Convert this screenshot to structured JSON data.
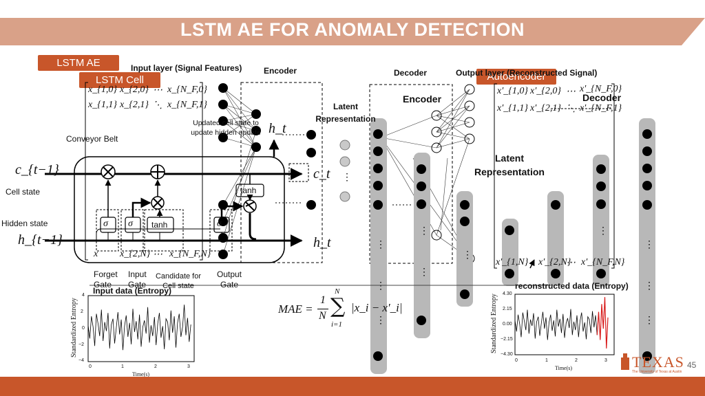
{
  "slide": {
    "title": "LSTM AE FOR ANOMALY DETECTION",
    "page_number": "45",
    "colors": {
      "accent": "#c8562a",
      "banner": "#d9a188",
      "anomaly": "#d81b1b"
    }
  },
  "tags": {
    "lstm_ae": "LSTM AE",
    "lstm_cell": "LSTM Cell",
    "autoencoder": "Autoencoder"
  },
  "lstm_cell": {
    "input_layer": "Input layer (Signal Features)",
    "encoder": "Encoder",
    "conveyor_belt": "Conveyor Belt",
    "cell_state": "Cell state",
    "hidden_state": "Hidden state",
    "updated_cell_state": "Updated cell state to update hidden update",
    "c_prev": "c_{t−1}",
    "c_t": "c_t",
    "h_prev": "h_{t−1}",
    "h_t_top": "h_t",
    "h_t": "h_t",
    "tanh": "tanh",
    "sigma": "σ",
    "gates": {
      "forget": "Forget Gate",
      "input": "Input Gate",
      "candidate": "Candidate for Cell state",
      "output": "Output Gate"
    },
    "input_matrix": {
      "row0": [
        "x_{1,0}",
        "x_{2,0}",
        "⋯",
        "x_{N_F,0}"
      ],
      "row1": [
        "x_{1,1}",
        "x_{2,1}",
        "⋱",
        "x_{N_F,1}"
      ],
      "rowN": [
        "x",
        "x_{2,N}",
        "⋯",
        "x_{N_F,N}"
      ]
    },
    "input_data": "Input data (Entropy)"
  },
  "autoencoder": {
    "decoder_top": "Decoder",
    "output_layer": "Output layer (Reconstructed Signal)",
    "encoder_box": "Encoder",
    "latent_left": "Latent Representation",
    "latent_right": "Latent Representation",
    "decoder_right": "Decoder",
    "output_matrix": {
      "row0": [
        "x′_{1,0}",
        "x′_{2,0}",
        "⋯",
        "x′_{N_F,0}"
      ],
      "row1": [
        "x′_{1,1}",
        "x′_{2,1}",
        "⋱",
        "x′_{N_F,1}"
      ],
      "rowN": [
        "x′_{1,N}",
        "x′_{2,N}",
        "⋯",
        "x′_{N_F,N}"
      ]
    },
    "mae": {
      "lhs": "MAE =",
      "numer": "1",
      "denom": "N",
      "sum_top": "N",
      "sum_bottom": "i=1",
      "body": "|x_i − x′_i|"
    },
    "reconstructed": "reconstructed data (Entropy)"
  },
  "logo": {
    "name": "TEXAS",
    "sub": "The University of Texas at Austin"
  },
  "chart_data": [
    {
      "type": "line",
      "title": "Input data (Entropy)",
      "xlabel": "Time(s)",
      "ylabel": "Standardized Entropy",
      "xlim": [
        0,
        3.2
      ],
      "ylim": [
        -4,
        4
      ],
      "xticks": [
        "0",
        "1",
        "2",
        "3"
      ],
      "yticks": [
        "−4",
        "−2",
        "0",
        "2",
        "4"
      ],
      "series": [
        {
          "color": "#000000",
          "x": [
            0.0,
            0.05,
            0.1,
            0.15,
            0.2,
            0.25,
            0.3,
            0.35,
            0.4,
            0.45,
            0.5,
            0.55,
            0.6,
            0.65,
            0.7,
            0.75,
            0.8,
            0.85,
            0.9,
            0.95,
            1.0,
            1.05,
            1.1,
            1.15,
            1.2,
            1.25,
            1.3,
            1.35,
            1.4,
            1.45,
            1.5,
            1.55,
            1.6,
            1.65,
            1.7,
            1.75,
            1.8,
            1.85,
            1.9,
            1.95,
            2.0,
            2.05,
            2.1,
            2.15,
            2.2,
            2.25,
            2.3,
            2.35,
            2.4,
            2.45,
            2.5,
            2.55,
            2.6,
            2.65,
            2.7,
            2.75,
            2.8,
            2.85,
            2.9,
            2.95,
            3.0,
            3.05,
            3.1
          ],
          "y": [
            0.4,
            -1.2,
            1.5,
            0.2,
            -2.1,
            1.8,
            0.6,
            -0.9,
            2.3,
            -1.5,
            0.8,
            -0.3,
            1.9,
            -2.4,
            0.5,
            1.2,
            -1.8,
            0.1,
            2.0,
            -0.7,
            1.1,
            -2.6,
            0.3,
            1.6,
            -1.0,
            0.7,
            -1.9,
            2.4,
            -0.4,
            0.9,
            -1.3,
            1.7,
            -2.2,
            0.2,
            1.0,
            -0.6,
            2.6,
            -1.7,
            0.4,
            -0.9,
            1.4,
            -2.0,
            0.6,
            1.9,
            -1.1,
            0.3,
            -2.5,
            1.2,
            0.8,
            -1.4,
            2.2,
            -0.5,
            1.5,
            -2.3,
            0.7,
            1.8,
            -1.0,
            0.2,
            2.9,
            -0.8,
            1.3,
            -1.6,
            0.5
          ]
        }
      ]
    },
    {
      "type": "line",
      "title": "reconstructed data (Entropy)",
      "xlabel": "Time(s)",
      "ylabel": "Standardized Entropy",
      "xlim": [
        0,
        3.2
      ],
      "ylim": [
        -4.3,
        4.3
      ],
      "xticks": [
        "0",
        "1",
        "2",
        "3"
      ],
      "yticks": [
        "4.30",
        "2.15",
        "0.00",
        "−2.15",
        "−4.30"
      ],
      "series": [
        {
          "color": "#000000",
          "x": [
            0.0,
            0.05,
            0.1,
            0.15,
            0.2,
            0.25,
            0.3,
            0.35,
            0.4,
            0.45,
            0.5,
            0.55,
            0.6,
            0.65,
            0.7,
            0.75,
            0.8,
            0.85,
            0.9,
            0.95,
            1.0,
            1.05,
            1.1,
            1.15,
            1.2,
            1.25,
            1.3,
            1.35,
            1.4,
            1.45,
            1.5,
            1.55,
            1.6,
            1.65,
            1.7,
            1.75,
            1.8,
            1.85,
            1.9,
            1.95,
            2.0,
            2.05,
            2.1,
            2.15,
            2.2,
            2.25,
            2.3,
            2.35,
            2.4,
            2.45,
            2.5,
            2.55,
            2.6,
            2.65
          ],
          "y": [
            0.6,
            -1.0,
            1.4,
            0.1,
            -1.8,
            1.7,
            0.5,
            -0.8,
            2.1,
            -1.3,
            0.7,
            -0.2,
            1.6,
            -2.0,
            0.4,
            1.1,
            -1.6,
            0.2,
            1.8,
            -0.6,
            1.0,
            -2.2,
            0.3,
            1.4,
            -0.9,
            0.6,
            -1.7,
            2.1,
            -0.3,
            0.8,
            -1.2,
            1.5,
            -1.9,
            0.2,
            0.9,
            -0.5,
            2.2,
            -1.5,
            0.4,
            -0.8,
            1.3,
            -1.8,
            0.5,
            1.7,
            -1.0,
            0.3,
            -2.1,
            1.1,
            0.7,
            -1.2,
            1.9,
            -0.4,
            1.3,
            -1.5
          ]
        },
        {
          "color": "#d81b1b",
          "x": [
            2.65,
            2.7,
            2.75,
            2.8,
            2.85,
            2.9,
            2.95,
            3.0
          ],
          "y": [
            -1.5,
            1.8,
            -2.2,
            2.9,
            -0.6,
            3.9,
            -3.4,
            1.0
          ]
        }
      ]
    }
  ]
}
